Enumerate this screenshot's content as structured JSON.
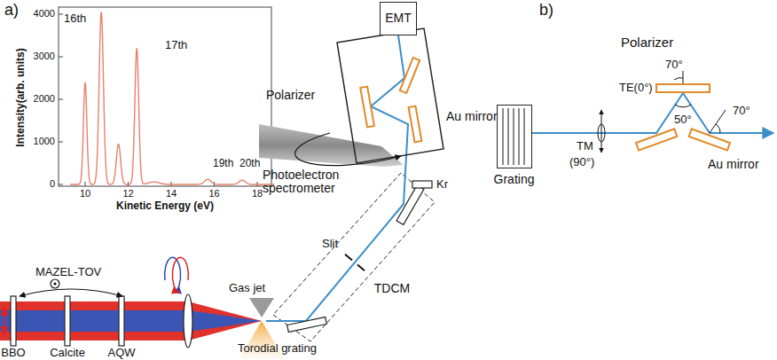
{
  "diagram": {
    "nodes": [
      {
        "text": [
          "EMT"
        ]
      },
      {
        "text": [
          "TDCM"
        ]
      },
      {
        "text": [
          "Grating"
        ]
      }
    ],
    "labels": [
      "a)",
      "b)",
      "16th",
      "17th",
      "19th",
      "20th",
      "4000",
      "3000",
      "2000",
      "1000",
      "0",
      "10",
      "12",
      "14",
      "16",
      "18",
      "Kinetic Energy (eV)",
      "Intensity(arb. units)",
      "Polarizer",
      "Au mirror",
      "Kr",
      "Photoelectron spectrometer",
      "MAZEL-TOV",
      "Gas jet",
      "Slit",
      "Torodial grating",
      "BBO",
      "Calcite",
      "AQW",
      "Polarizer",
      "TE(0°)",
      "TM",
      "(90°)",
      "70°",
      "50°",
      "70°",
      "Au mirror"
    ]
  }
}
